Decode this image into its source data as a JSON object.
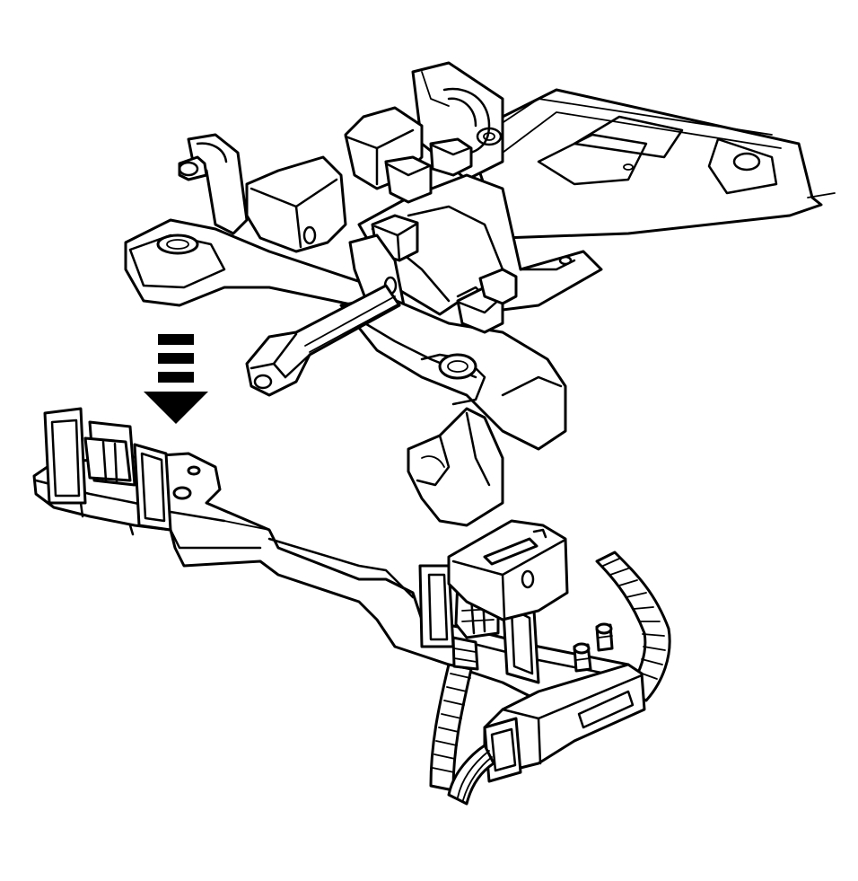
{
  "diagram": {
    "colors": {
      "line": "#000000",
      "background": "#ffffff"
    },
    "icons": [
      "down-arrow-icon"
    ],
    "parts": [
      "steering-column",
      "column-shaft",
      "wiring-harness-bracket",
      "electrical-connector",
      "wire-harness"
    ]
  }
}
